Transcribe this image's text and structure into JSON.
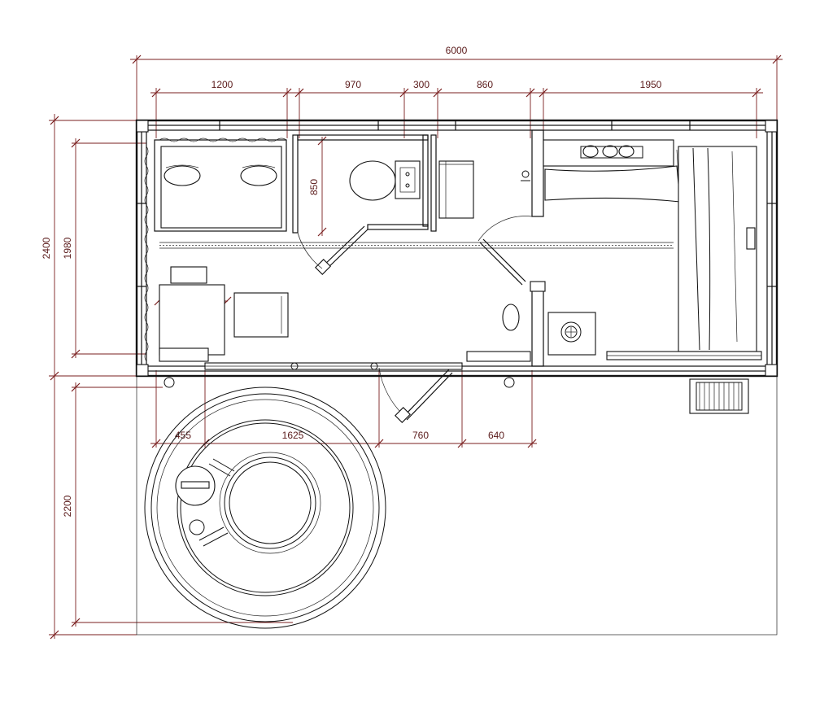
{
  "dimensions": {
    "top_total": "6000",
    "top_segments": [
      "1200",
      "970",
      "300",
      "860",
      "1950"
    ],
    "left_total": "2400",
    "left_inner": "1980",
    "left_terrace": "2200",
    "bathroom_depth": "850",
    "desk_width": "600",
    "desk_depth": "600",
    "bottom_segments": [
      "455",
      "1625",
      "760",
      "640"
    ]
  },
  "colors": {
    "dimension": "#7a1f1f",
    "linework": "#111111",
    "background": "#ffffff"
  }
}
